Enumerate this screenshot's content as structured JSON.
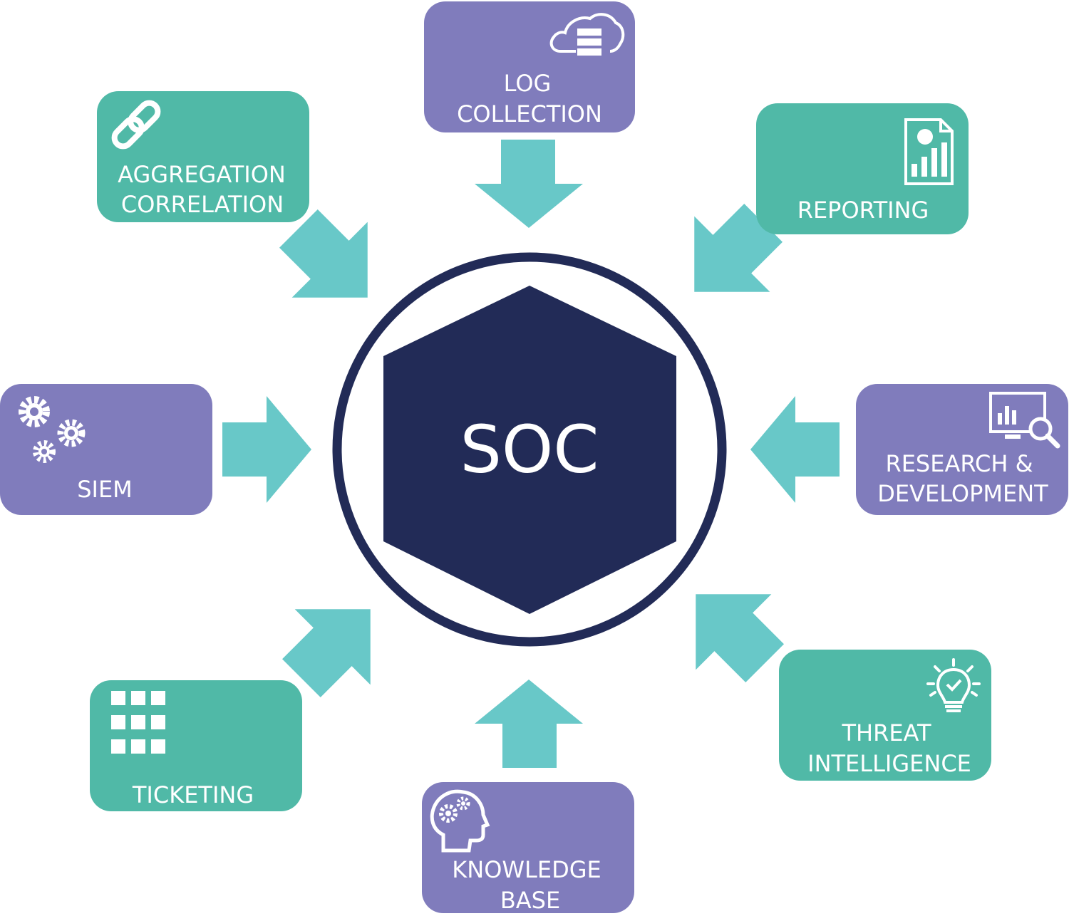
{
  "center": {
    "label": "SOC"
  },
  "colors": {
    "teal": "#50b9a7",
    "purple": "#807cbc",
    "arrow": "#68c8c8",
    "navy": "#222b57",
    "white": "#ffffff"
  },
  "boxes": [
    {
      "id": "log-collection",
      "lines": [
        "LOG",
        "COLLECTION"
      ],
      "color": "purple",
      "icon": "cloud-database-icon"
    },
    {
      "id": "reporting",
      "lines": [
        "REPORTING"
      ],
      "color": "teal",
      "icon": "report-chart-icon"
    },
    {
      "id": "research-development",
      "lines": [
        "RESEARCH &",
        "DEVELOPMENT"
      ],
      "color": "purple",
      "icon": "monitor-search-icon"
    },
    {
      "id": "threat-intelligence",
      "lines": [
        "THREAT",
        "INTELLIGENCE"
      ],
      "color": "teal",
      "icon": "lightbulb-check-icon"
    },
    {
      "id": "knowledge-base",
      "lines": [
        "KNOWLEDGE",
        "BASE"
      ],
      "color": "purple",
      "icon": "head-gears-icon"
    },
    {
      "id": "ticketing",
      "lines": [
        "TICKETING"
      ],
      "color": "teal",
      "icon": "grid-icon"
    },
    {
      "id": "siem",
      "lines": [
        "SIEM"
      ],
      "color": "purple",
      "icon": "gears-icon"
    },
    {
      "id": "aggregation-correlation",
      "lines": [
        "AGGREGATION",
        "CORRELATION"
      ],
      "color": "teal",
      "icon": "chain-link-icon"
    }
  ]
}
